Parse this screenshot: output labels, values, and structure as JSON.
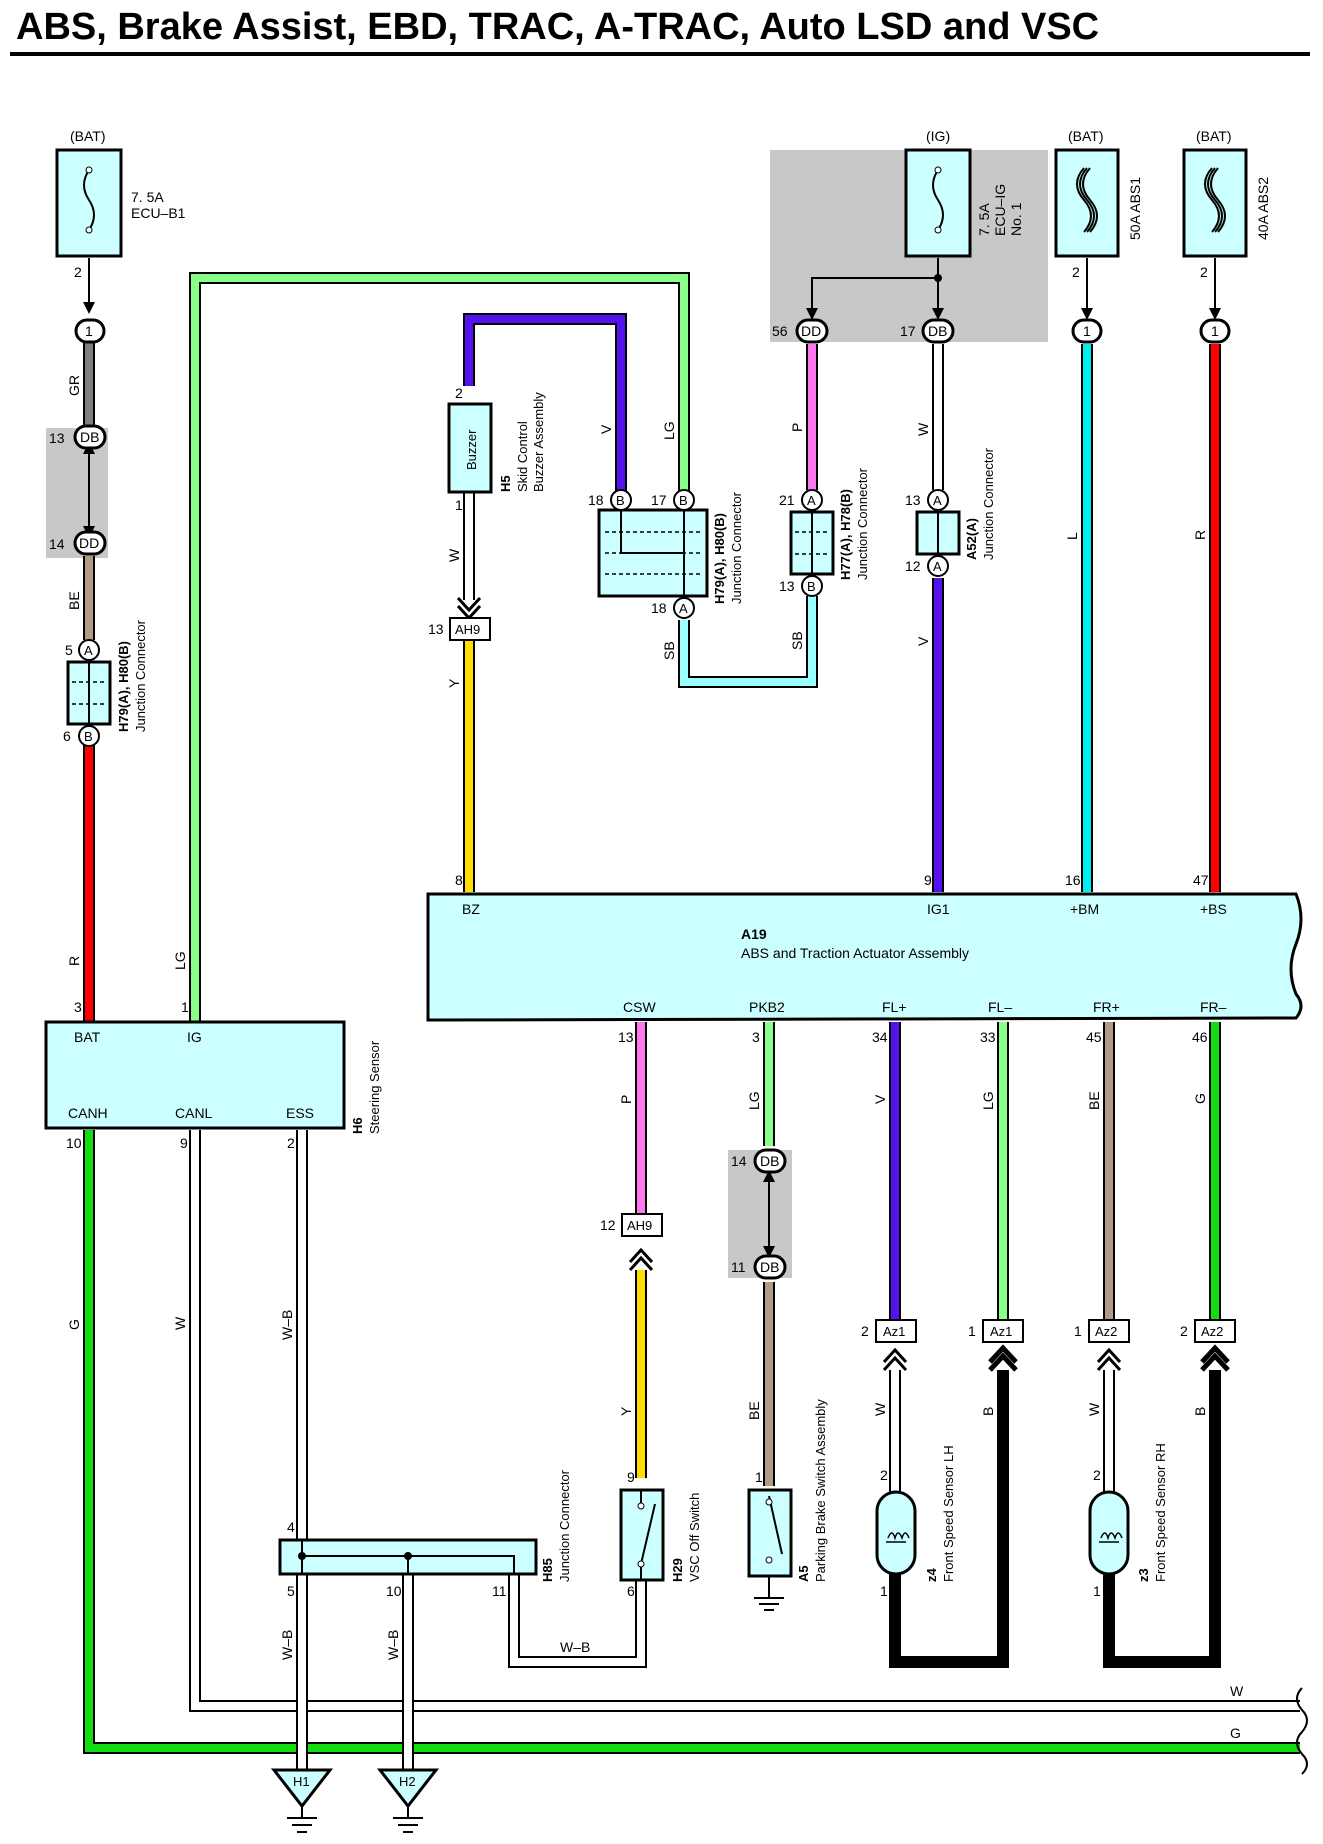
{
  "title": "ABS, Brake Assist, EBD, TRAC, A-TRAC, Auto LSD and VSC",
  "colors": {
    "GR": "#808080",
    "BE": "#b09c86",
    "R": "#ff0000",
    "LG": "#88ff88",
    "V": "#5511ee",
    "W": "#ffffff",
    "Y": "#ffdd00",
    "SB": "#99ffff",
    "P": "#ff77ee",
    "L": "#00eeee",
    "G": "#11dd11",
    "B": "#000000",
    "box": "#ccffff",
    "shade": "#c8c8c8"
  },
  "fuses": {
    "f1": {
      "source": "(BAT)",
      "rating": "7. 5A",
      "name": "ECU–B1",
      "pin": "2"
    },
    "f2": {
      "source": "(IG)",
      "rating": "7. 5A",
      "name": "ECU–IG",
      "name2": "No. 1"
    },
    "f3": {
      "source": "(BAT)",
      "label": "50A ABS1",
      "pin": "2"
    },
    "f4": {
      "source": "(BAT)",
      "label": "40A ABS2",
      "pin": "2"
    }
  },
  "connectors": {
    "c1": "1",
    "c13db": "DB",
    "c14dd": "DD",
    "dd56": "DD",
    "db17": "DB",
    "abs1": "1",
    "abs2": "1",
    "ah9": "AH9",
    "db14": "DB",
    "db11": "DB",
    "az1": "Az1",
    "az2": "Az2",
    "h1": "H1",
    "h2": "H2",
    "a": "A",
    "b": "B"
  },
  "wires": {
    "gr": "GR",
    "be": "BE",
    "r": "R",
    "lg": "LG",
    "v": "V",
    "w": "W",
    "y": "Y",
    "sb": "SB",
    "p": "P",
    "l": "L",
    "g": "G",
    "b": "B",
    "wb": "W–B"
  },
  "pins": {
    "n1": "1",
    "n2": "2",
    "n3": "3",
    "n4": "4",
    "n5": "5",
    "n6": "6",
    "n8": "8",
    "n9": "9",
    "n10": "10",
    "n11": "11",
    "n12": "12",
    "n13": "13",
    "n14": "14",
    "n16": "16",
    "n17": "17",
    "n18": "18",
    "n21": "21",
    "n33": "33",
    "n34": "34",
    "n45": "45",
    "n46": "46",
    "n47": "47",
    "n56": "56"
  },
  "components": {
    "buzzer": {
      "text": "Buzzer",
      "code": "H5",
      "name1": "Skid Control",
      "name2": "Buzzer Assembly"
    },
    "jc_left": {
      "code": "H79(A), H80(B)",
      "name": "Junction Connector"
    },
    "jc_mid": {
      "code": "H79(A), H80(B)",
      "name": "Junction Connector"
    },
    "jc_h77": {
      "code": "H77(A), H78(B)",
      "name": "Junction Connector"
    },
    "jc_a52": {
      "code": "A52(A)",
      "name": "Junction Connector"
    },
    "actuator": {
      "code": "A19",
      "name": "ABS and Traction Actuator Assembly",
      "top_pins": [
        "BZ",
        "IG1",
        "+BM",
        "+BS"
      ],
      "bottom_pins": [
        "CSW",
        "PKB2",
        "FL+",
        "FL–",
        "FR+",
        "FR–"
      ]
    },
    "steering": {
      "code": "H6",
      "name": "Steering Sensor",
      "pins": [
        "BAT",
        "IG",
        "CANH",
        "CANL",
        "ESS"
      ]
    },
    "h85": {
      "code": "H85",
      "name": "Junction Connector"
    },
    "h29": {
      "code": "H29",
      "name": "VSC Off Switch"
    },
    "a5": {
      "code": "A5",
      "name": "Parking Brake Switch Assembly"
    },
    "z4": {
      "code": "z4",
      "name": "Front Speed Sensor LH"
    },
    "z3": {
      "code": "z3",
      "name": "Front Speed Sensor RH"
    }
  }
}
